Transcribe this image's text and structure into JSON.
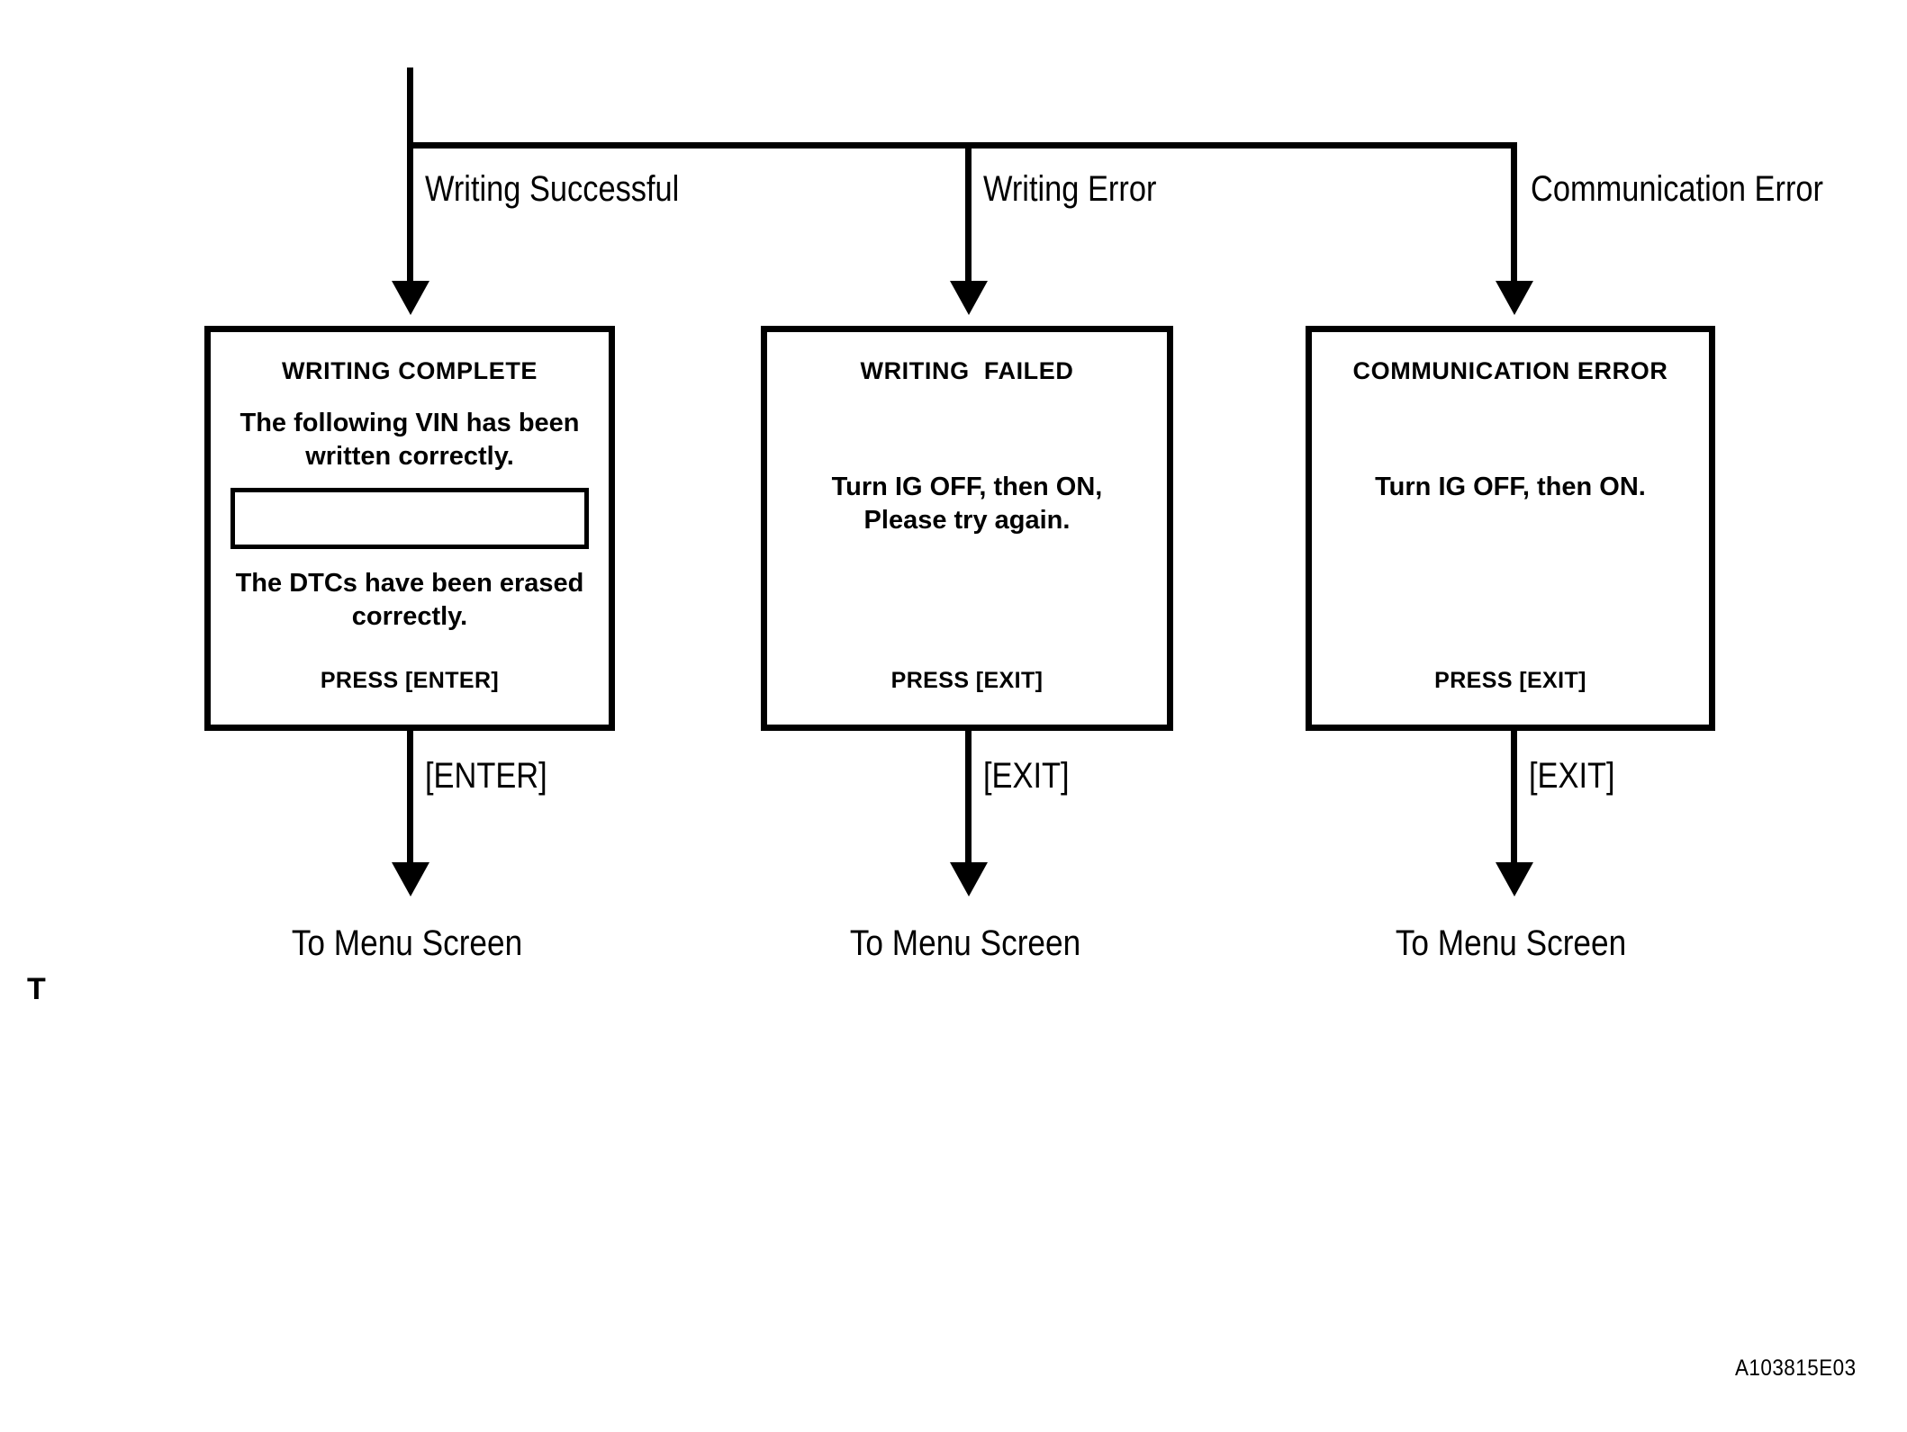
{
  "figure": {
    "id_label": "A103815E03",
    "corner_mark": "T"
  },
  "branches": [
    {
      "condition_label": "Writing Successful",
      "exit_key_label": "[ENTER]",
      "terminal_label": "To Menu Screen",
      "screen": {
        "title": "WRITING COMPLETE",
        "body_top": "The following VIN has been\nwritten correctly.",
        "has_vin_field": true,
        "vin_field_value": "",
        "body_bottom": "The DTCs have been erased\ncorrectly.",
        "footer": "PRESS [ENTER]"
      }
    },
    {
      "condition_label": "Writing Error",
      "exit_key_label": "[EXIT]",
      "terminal_label": "To Menu Screen",
      "screen": {
        "title": "WRITING  FAILED",
        "body_top": "Turn IG OFF, then ON,\nPlease try again.",
        "has_vin_field": false,
        "vin_field_value": "",
        "body_bottom": "",
        "footer": "PRESS [EXIT]"
      }
    },
    {
      "condition_label": "Communication Error",
      "exit_key_label": "[EXIT]",
      "terminal_label": "To Menu Screen",
      "screen": {
        "title": "COMMUNICATION ERROR",
        "body_top": "Turn IG OFF, then ON.",
        "has_vin_field": false,
        "vin_field_value": "",
        "body_bottom": "",
        "footer": "PRESS [EXIT]"
      }
    }
  ],
  "colors": {
    "ink": "#000000",
    "paper": "#ffffff"
  }
}
